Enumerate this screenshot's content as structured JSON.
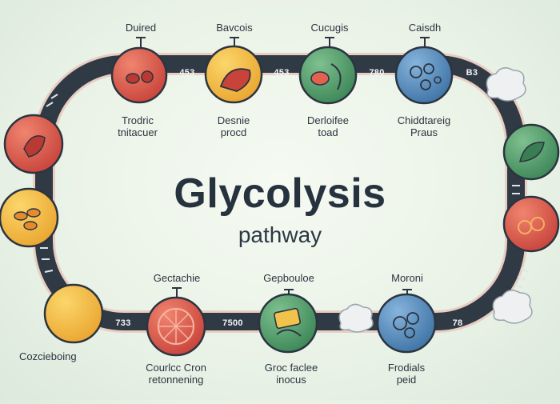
{
  "title": "Glycolysis",
  "subtitle": "pathway",
  "top_labels": [
    "Duired",
    "Bavcois",
    "Cucugis",
    "Caisdh"
  ],
  "top_captions": [
    [
      "Trodric",
      "tnitacuer"
    ],
    [
      "Desnie",
      "procd"
    ],
    [
      "Derloifee",
      "toad"
    ],
    [
      "Chiddtareig",
      "Praus"
    ]
  ],
  "track_numbers_top": [
    "453",
    "453",
    "780",
    "B3"
  ],
  "bottom_labels": [
    "Gectachie",
    "Gepbouloe",
    "Moroni"
  ],
  "bottom_captions": [
    [
      "Cozcieboing"
    ],
    [
      "Courlcc Cron",
      "retonnening"
    ],
    [
      "Groc faclee",
      "inocus"
    ],
    [
      "Frodials",
      "peid"
    ]
  ],
  "track_numbers_bottom": [
    "733",
    "7500",
    "78"
  ],
  "colors": {
    "track": "#2f3a45",
    "track_edge": "#e6c9bf",
    "red": "#d9534a",
    "orange": "#f1b43f",
    "green": "#4f9b6a",
    "blue": "#4f86b8",
    "text": "#27323f"
  },
  "icons": [
    "red-cell-icon",
    "yellow-cell-icon",
    "green-cell-icon",
    "blue-cell-icon",
    "red-cell-icon",
    "orange-cell-icon",
    "orange-cell-icon",
    "red-slice-icon",
    "green-cell-icon",
    "blue-cell-icon",
    "green-leaf-icon",
    "red-cell-icon",
    "cloud-icon"
  ]
}
